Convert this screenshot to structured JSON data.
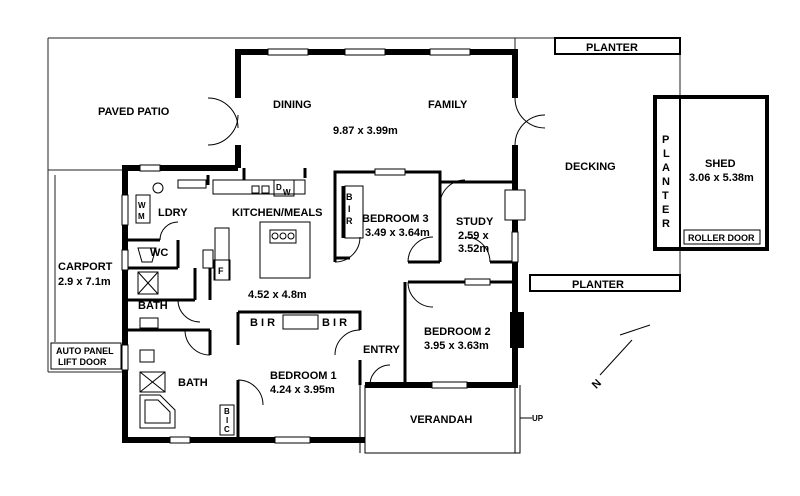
{
  "rooms": {
    "patio": "PAVED PATIO",
    "dining": "DINING",
    "family": "FAMILY",
    "family_dims": "9.87 x 3.99m",
    "decking": "DECKING",
    "planter_top": "PLANTER",
    "planter_mid": "PLANTER",
    "planter_vertical": [
      "P",
      "L",
      "A",
      "N",
      "T",
      "E",
      "R"
    ],
    "shed": "SHED",
    "shed_dims": "3.06 x 5.38m",
    "roller_door": "ROLLER DOOR",
    "kitchen": "KITCHEN/MEALS",
    "kitchen_dims": "4.52 x 4.8m",
    "ldry": "LDRY",
    "wm_w": "W",
    "wm_m": "M",
    "dw_d": "D",
    "dw_w": "W",
    "wc": "WC",
    "fridge": "F",
    "bath_small": "BATH",
    "bath": "BATH",
    "carport": "CARPORT",
    "carport_dims": "2.9 x 7.1m",
    "auto_panel_1": "AUTO PANEL",
    "auto_panel_2": "LIFT DOOR",
    "bir_vertical": [
      "B",
      "I",
      "R"
    ],
    "bedroom3": "BEDROOM 3",
    "bedroom3_dims": "3.49 x 3.64m",
    "study": "STUDY",
    "study_dims_1": "2.59 x",
    "study_dims_2": "3.52m",
    "bedroom2": "BEDROOM 2",
    "bedroom2_dims": "3.95 x 3.63m",
    "bir_left": "B I R",
    "bir_right": "B I R",
    "entry": "ENTRY",
    "bedroom1": "BEDROOM 1",
    "bedroom1_dims": "4.24 x 3.95m",
    "bic_vertical": [
      "B",
      "I",
      "C"
    ],
    "verandah": "VERANDAH",
    "up": "UP",
    "north": "N"
  },
  "colors": {
    "wall": "#000000",
    "line": "#222222",
    "background": "#ffffff"
  }
}
